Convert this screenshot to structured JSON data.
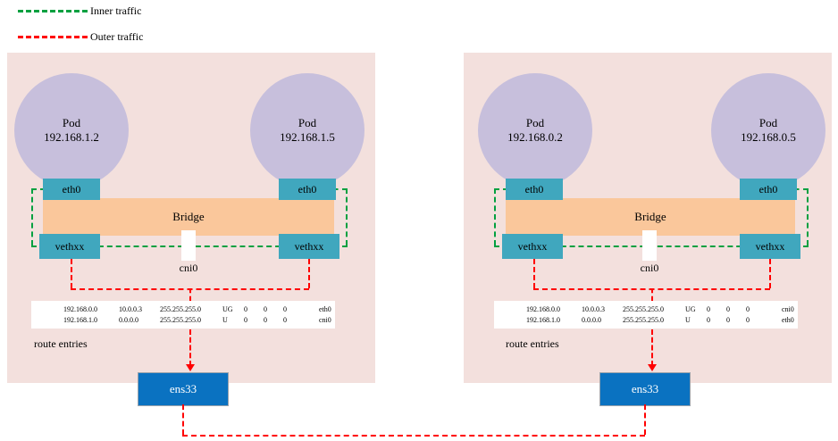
{
  "legend": {
    "items": [
      {
        "label": "Inner traffic",
        "color": "#00A040",
        "style": "dashed"
      },
      {
        "label": "Outer traffic",
        "color": "#FF0000",
        "style": "dashed"
      }
    ]
  },
  "colors": {
    "host_background": "#F3E0DD",
    "pod_fill": "#C7BFDC",
    "bridge_fill": "#FAC79B",
    "nic_fill": "#40A7BE",
    "ens_fill": "#0A72C1",
    "inner_traffic": "#00A040",
    "outer_traffic": "#FF0000",
    "table_fill": "#FFFFFF"
  },
  "hosts": [
    {
      "id": "left",
      "pods": [
        {
          "title": "Pod",
          "ip": "192.168.1.2"
        },
        {
          "title": "Pod",
          "ip": "192.168.1.5"
        }
      ],
      "bridge_label": "Bridge",
      "cni_label": "cni0",
      "nics": {
        "left_eth": "eth0",
        "left_veth": "vethxx",
        "right_eth": "eth0",
        "right_veth": "vethxx"
      },
      "route_caption": "route entries",
      "route_table": {
        "rows": [
          {
            "destination": "192.168.0.0",
            "gateway": "10.0.0.3",
            "genmask": "255.255.255.0",
            "flags": "UG",
            "metric": "0",
            "ref": "0",
            "use": "0",
            "iface": "eth0"
          },
          {
            "destination": "192.168.1.0",
            "gateway": "0.0.0.0",
            "genmask": "255.255.255.0",
            "flags": "U",
            "metric": "0",
            "ref": "0",
            "use": "0",
            "iface": "cni0"
          }
        ]
      },
      "ens_label": "ens33"
    },
    {
      "id": "right",
      "pods": [
        {
          "title": "Pod",
          "ip": "192.168.0.2"
        },
        {
          "title": "Pod",
          "ip": "192.168.0.5"
        }
      ],
      "bridge_label": "Bridge",
      "cni_label": "cni0",
      "nics": {
        "left_eth": "eth0",
        "left_veth": "vethxx",
        "right_eth": "eth0",
        "right_veth": "vethxx"
      },
      "route_caption": "route entries",
      "route_table": {
        "rows": [
          {
            "destination": "192.168.0.0",
            "gateway": "10.0.0.3",
            "genmask": "255.255.255.0",
            "flags": "UG",
            "metric": "0",
            "ref": "0",
            "use": "0",
            "iface": "cni0"
          },
          {
            "destination": "192.168.1.0",
            "gateway": "0.0.0.0",
            "genmask": "255.255.255.0",
            "flags": "U",
            "metric": "0",
            "ref": "0",
            "use": "0",
            "iface": "eth0"
          }
        ]
      },
      "ens_label": "ens33"
    }
  ]
}
